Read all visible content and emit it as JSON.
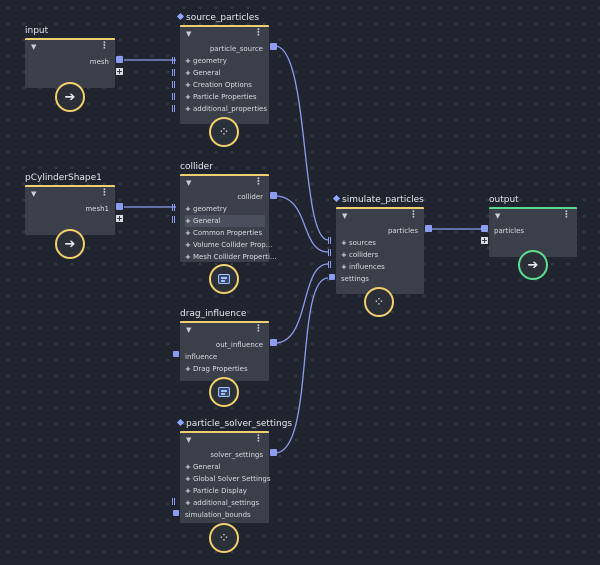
{
  "nodes": {
    "input": {
      "title": "input",
      "ports_out": [
        "mesh"
      ]
    },
    "cylinder": {
      "title": "pCylinderShape1",
      "ports_out": [
        "mesh1"
      ]
    },
    "source_particles": {
      "title": "source_particles",
      "output": "particle_source",
      "inputs": [
        "geometry",
        "General",
        "Creation Options",
        "Particle Properties",
        "additional_properties"
      ]
    },
    "collider": {
      "title": "collider",
      "output": "collider",
      "inputs": [
        "geometry",
        "General",
        "Common Properties",
        "Volume Collider Prop...",
        "Mesh Collider Properti..."
      ]
    },
    "drag_influence": {
      "title": "drag_influence",
      "output": "out_influence",
      "inputs": [
        "influence",
        "Drag Properties"
      ]
    },
    "particle_solver_settings": {
      "title": "particle_solver_settings",
      "output": "solver_settings",
      "inputs": [
        "General",
        "Global Solver Settings",
        "Particle Display",
        "additional_settings",
        "simulation_bounds"
      ]
    },
    "simulate_particles": {
      "title": "simulate_particles",
      "output": "particles",
      "inputs": [
        "sources",
        "colliders",
        "influences",
        "settings"
      ]
    },
    "output": {
      "title": "output",
      "inputs": [
        "particles"
      ]
    }
  },
  "icons": {
    "run": "arrow-right-circle-icon",
    "particles": "particle-cluster-icon",
    "grid": "grid-panel-icon"
  },
  "colors": {
    "background": "#1f242e",
    "node": "#3a3f49",
    "node_header": "#f0cf6e",
    "output_header": "#59d98a",
    "wire": "#8c9cf0"
  }
}
